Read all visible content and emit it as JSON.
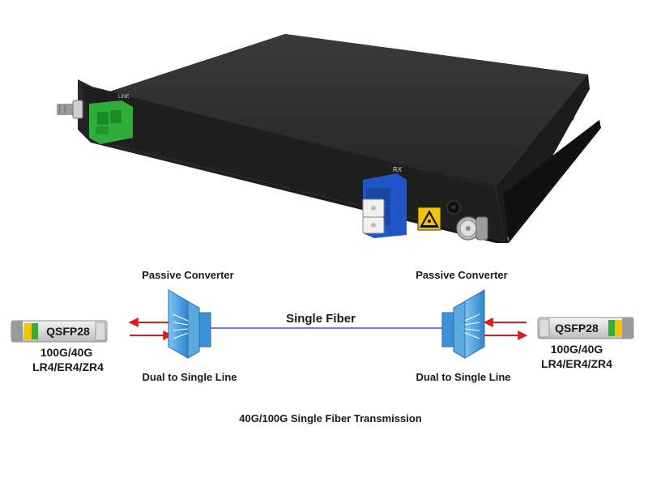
{
  "device": {
    "line_label": "LINE",
    "rx_label": "RX"
  },
  "left": {
    "module_label": "QSFP28",
    "rate_label": "100G/40G",
    "standard_label": "LR4/ER4/ZR4",
    "converter_title": "Passive Converter",
    "converter_caption": "Dual to Single Line"
  },
  "right": {
    "module_label": "QSFP28",
    "rate_label": "100G/40G",
    "standard_label": "LR4/ER4/ZR4",
    "converter_title": "Passive Converter",
    "converter_caption": "Dual to Single Line"
  },
  "link": {
    "fiber_label": "Single Fiber"
  },
  "caption": "40G/100G Single Fiber Transmission",
  "colors": {
    "chassis": "#2b2b2b",
    "sc_apc": "#2fae3a",
    "sc_upc": "#1f57c8",
    "fiber": "#4a4adf",
    "arrow": "#e11b1b",
    "converter": "#4aa3e0",
    "module_tab": "#f2c300"
  }
}
